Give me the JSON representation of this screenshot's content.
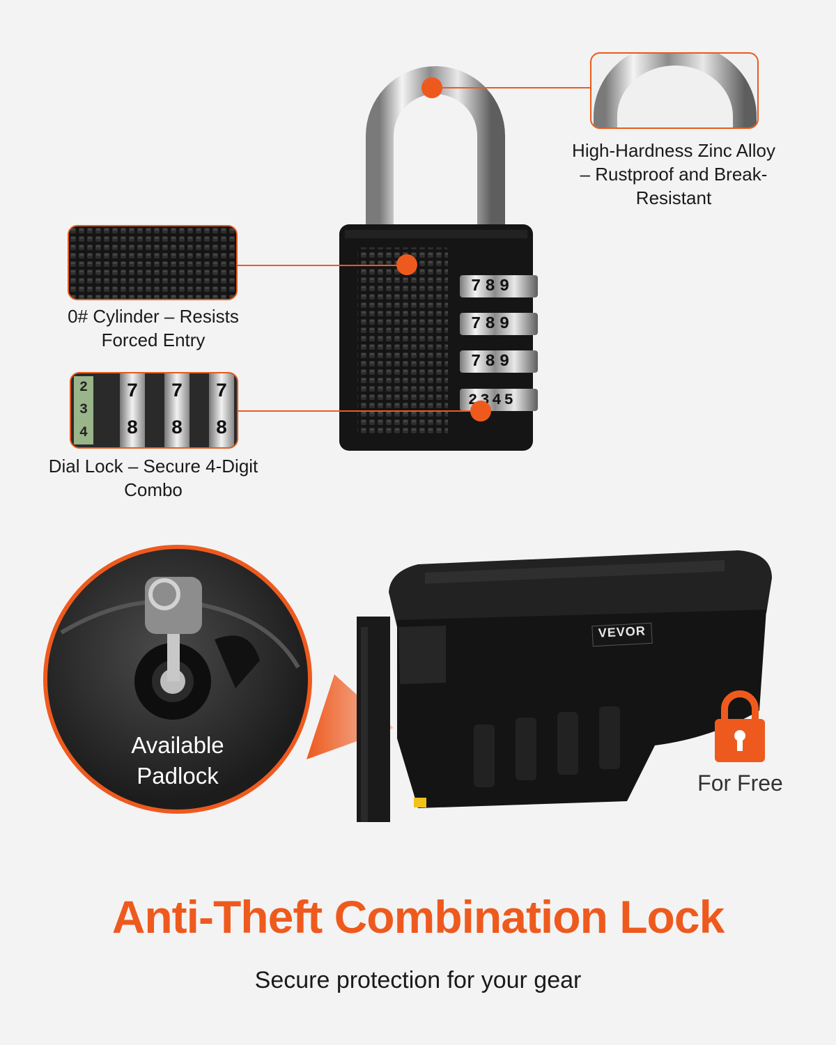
{
  "callouts": {
    "shackle": "High-Hardness Zinc Alloy – Rustproof and Break-Resistant",
    "cylinder": "0# Cylinder – Resists Forced Entry",
    "dial": "Dial Lock – Secure 4-Digit Combo"
  },
  "padlock_dials": [
    [
      "7",
      "8",
      "9"
    ],
    [
      "7",
      "8",
      "9"
    ],
    [
      "7",
      "8",
      "9"
    ],
    [
      "2",
      "3",
      "4",
      "5"
    ]
  ],
  "zoom_dial_digits": [
    "7",
    "8",
    "7",
    "8",
    "7",
    "8"
  ],
  "zoom_dial_left": [
    "2",
    "3",
    "4"
  ],
  "toolbox": {
    "brand": "VEVOR",
    "keyhole_label": "Available Padlock",
    "lock_badge": "For Free"
  },
  "heading": {
    "title": "Anti-Theft Combination Lock",
    "subtitle": "Secure protection for your gear"
  },
  "colors": {
    "accent": "#ee5a1e",
    "background": "#f3f3f3",
    "lock_body": "#151515"
  },
  "icons": [
    "padlock-icon",
    "keyhole-icon"
  ]
}
